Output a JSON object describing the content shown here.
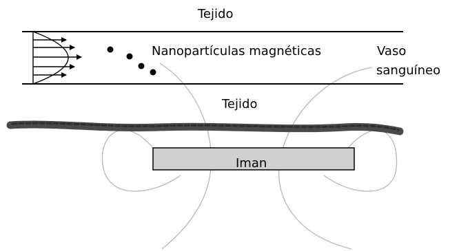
{
  "labels": {
    "tissue_top": "Tejido",
    "nanoparticles": "Nanopartículas magnéticas",
    "vessel_line1": "Vaso",
    "vessel_line2": "sanguíneo",
    "tissue_middle": "Tejido",
    "magnet": "Iman"
  },
  "colors": {
    "lines": "#000000",
    "tissue_band": "#4a4a4a",
    "magnet_fill": "#d0d0d0",
    "field_lines": "#b8b8b8",
    "particles": "#000000"
  },
  "icons": {
    "flow_profile": "parabolic-flow-arrows",
    "particles": "particle-dots"
  }
}
